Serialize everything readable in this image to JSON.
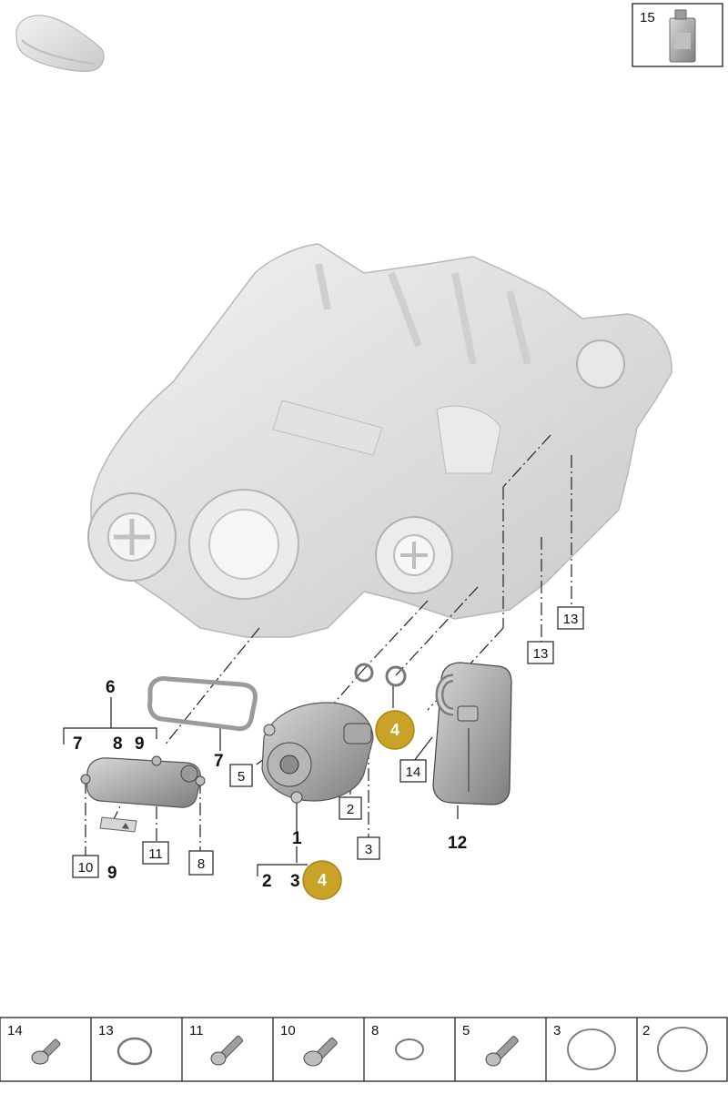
{
  "accent_gold": "#c9a227",
  "icons": {
    "car_silhouette": "car-silhouette-icon",
    "oil_bottle": "oil-bottle-icon"
  },
  "labels": {
    "item_15": "15",
    "group_6": "6",
    "group_6_items": [
      "7",
      "8",
      "9"
    ],
    "item_7": "7",
    "item_9": "9",
    "item_1": "1",
    "group_1_items": [
      "2",
      "3"
    ],
    "item_12": "12",
    "callout_4": "4",
    "box_5": "5",
    "box_2": "2",
    "box_3": "3",
    "box_14": "14",
    "box_13a": "13",
    "box_13b": "13",
    "box_10": "10",
    "box_11": "11",
    "box_8": "8"
  },
  "parts_strip": [
    {
      "num": "14",
      "icon": "bolt-icon"
    },
    {
      "num": "13",
      "icon": "o-ring-icon"
    },
    {
      "num": "11",
      "icon": "bolt-icon"
    },
    {
      "num": "10",
      "icon": "bolt-icon"
    },
    {
      "num": "8",
      "icon": "o-ring-icon"
    },
    {
      "num": "5",
      "icon": "bolt-icon"
    },
    {
      "num": "3",
      "icon": "o-ring-icon"
    },
    {
      "num": "2",
      "icon": "o-ring-icon"
    }
  ]
}
